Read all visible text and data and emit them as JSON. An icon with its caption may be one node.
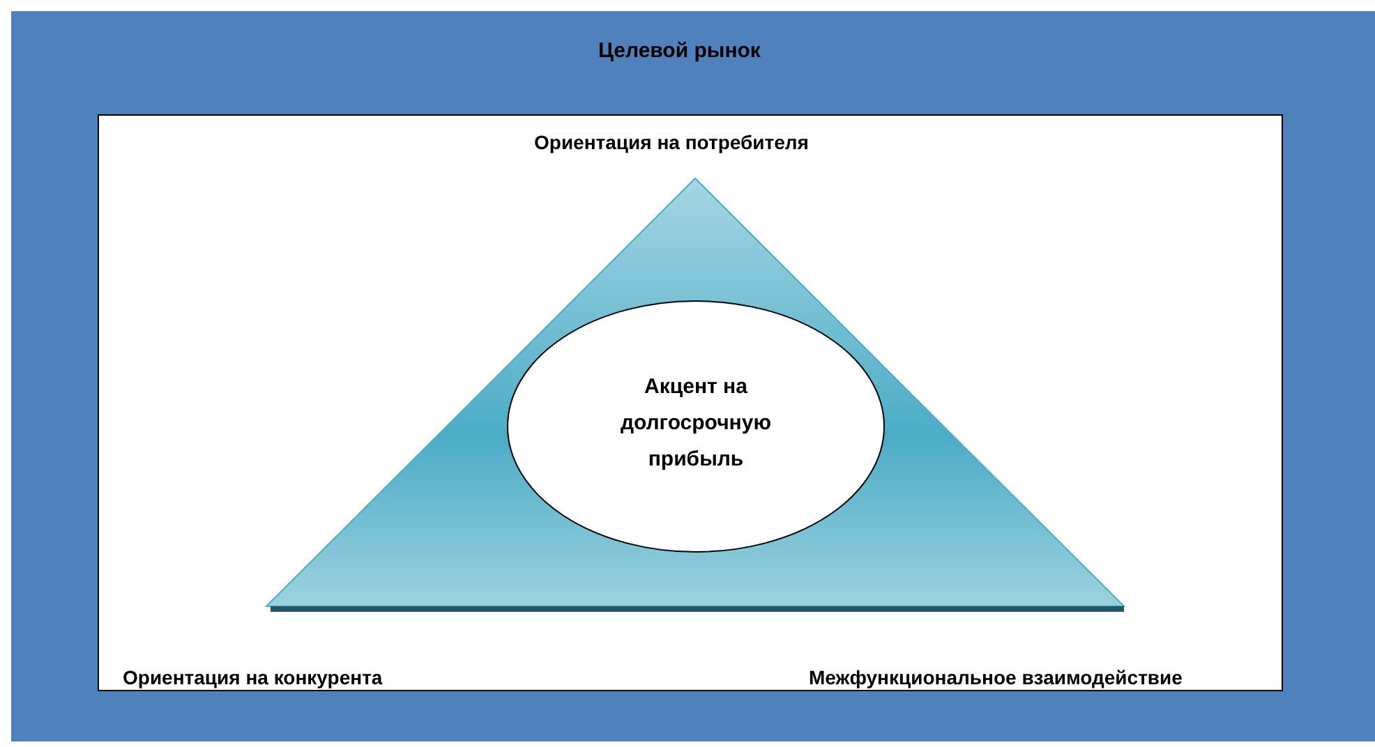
{
  "diagram": {
    "nodes": [
      {
        "text": [
          "Целевой рынок"
        ]
      },
      {
        "text": [],
        "shape": "box",
        "in": 0
      },
      {
        "text": [],
        "shape": "triangle",
        "in": 1
      },
      {
        "text": [
          "Акцент на долгосрочную прибыль"
        ],
        "in": 2
      }
    ],
    "labels": [
      "Ориентация на потребителя",
      "Ориентация на конкурента",
      "Межфункциональное взаимодействие"
    ]
  }
}
